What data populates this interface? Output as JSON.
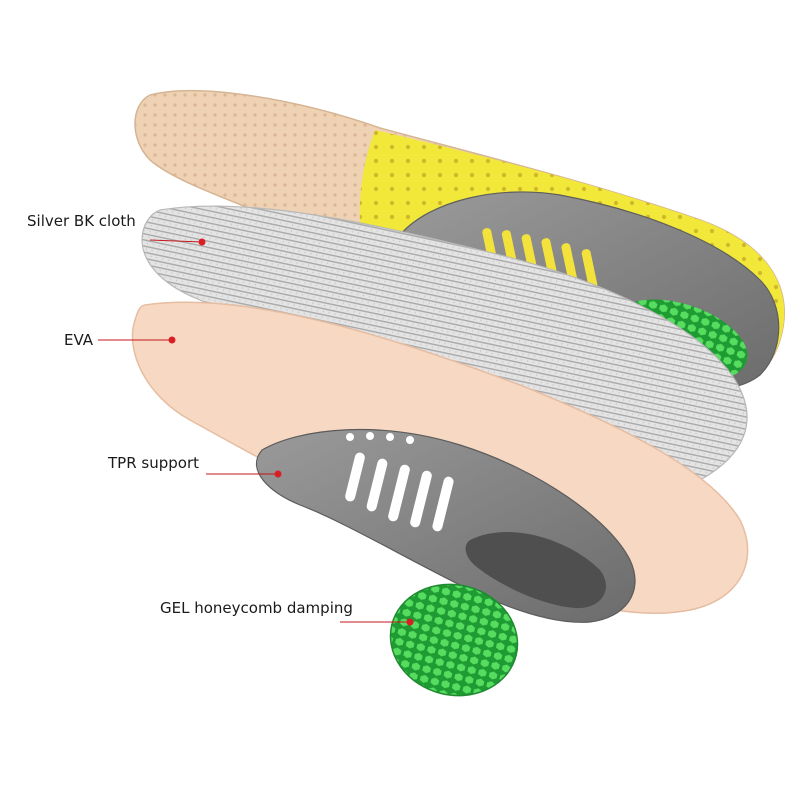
{
  "layers": [
    {
      "label": "Silver BK cloth",
      "marker_color": "#d91f26"
    },
    {
      "label": "EVA",
      "marker_color": "#d91f26"
    },
    {
      "label": "TPR support",
      "marker_color": "#d91f26"
    },
    {
      "label": "GEL honeycomb damping",
      "marker_color": "#d91f26"
    }
  ],
  "colors": {
    "top_cover": "#efd1b3",
    "yellow_mesh": "#f1e83a",
    "silver_cloth": "#dcdcdc",
    "eva": "#f7d8c2",
    "tpr_support": "#7f7f7f",
    "gel": "#3ccf4e",
    "leader_line": "#c4161c"
  }
}
